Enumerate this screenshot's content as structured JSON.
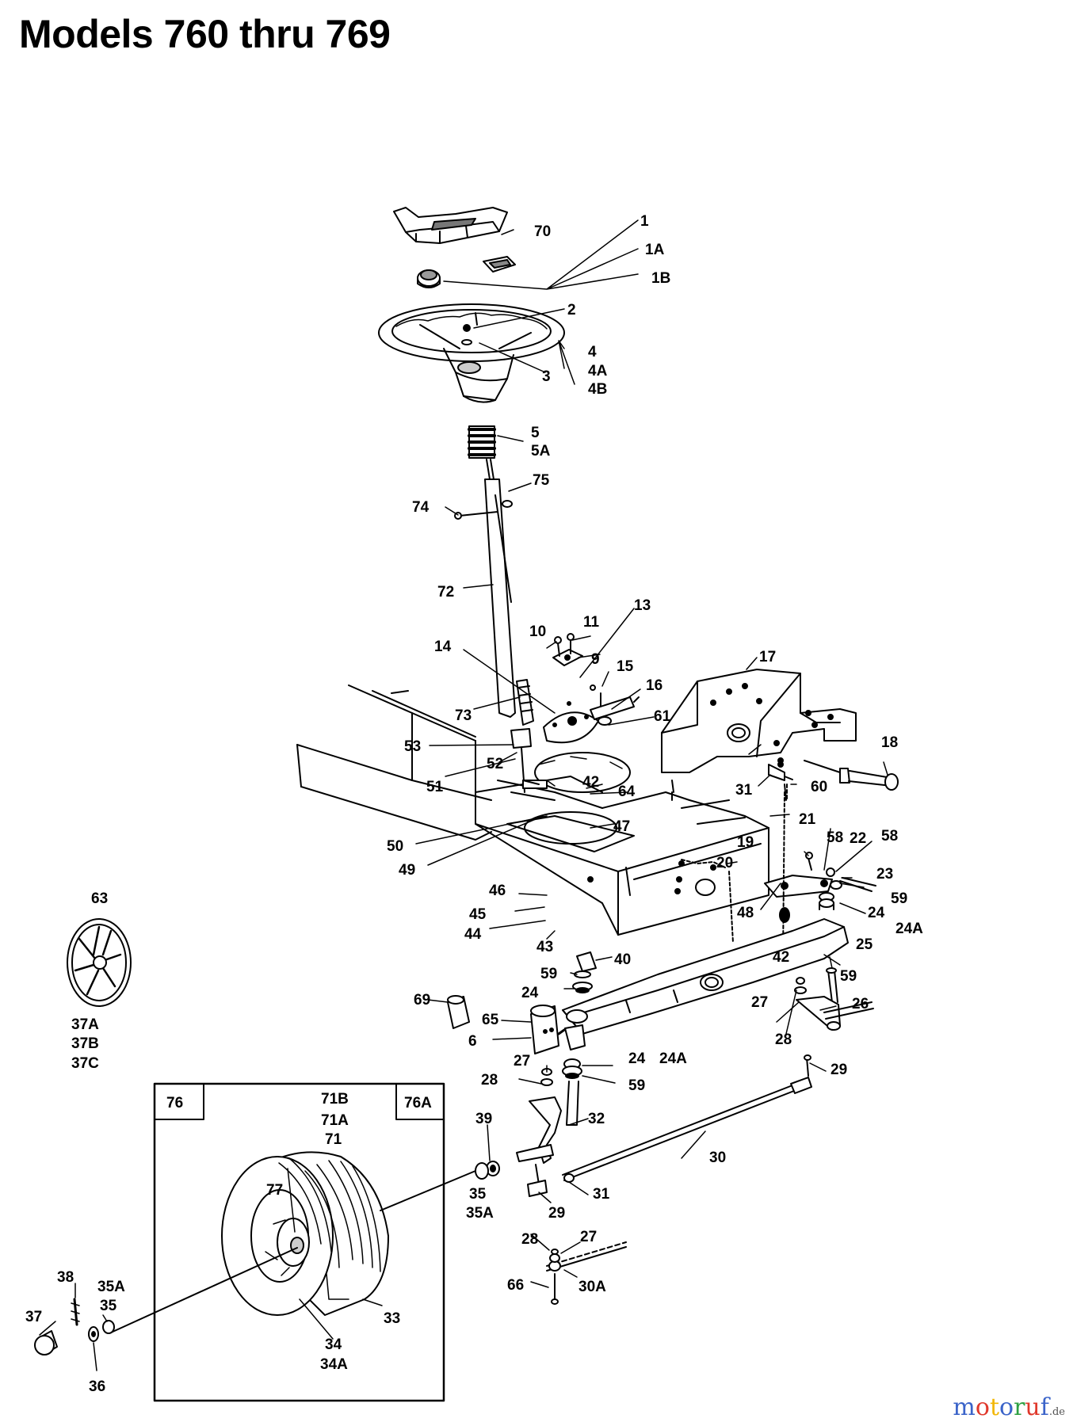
{
  "title": "Models 760 thru 769",
  "inset_labels": {
    "left": "76",
    "right": "76A"
  },
  "part_labels": [
    "1",
    "1A",
    "1B",
    "70",
    "2",
    "3",
    "4",
    "4A",
    "4B",
    "5",
    "5A",
    "75",
    "74",
    "72",
    "13",
    "10",
    "11",
    "9",
    "15",
    "16",
    "17",
    "14",
    "73",
    "61",
    "53",
    "52",
    "42",
    "18",
    "51",
    "31",
    "60",
    "64",
    "47",
    "50",
    "19",
    "21",
    "58",
    "22",
    "58",
    "20",
    "49",
    "23",
    "59",
    "24",
    "24A",
    "48",
    "25",
    "46",
    "45",
    "44",
    "43",
    "42",
    "40",
    "59",
    "24",
    "69",
    "65",
    "6",
    "59",
    "27",
    "26",
    "28",
    "24",
    "24A",
    "27",
    "28",
    "59",
    "29",
    "32",
    "39",
    "30",
    "35",
    "35A",
    "31",
    "29",
    "71B",
    "71A",
    "71",
    "77",
    "28",
    "27",
    "66",
    "30A",
    "33",
    "34",
    "34A",
    "38",
    "35A",
    "35",
    "37",
    "36",
    "63",
    "37A",
    "37B",
    "37C"
  ],
  "watermark": {
    "letters": [
      "m",
      "o",
      "t",
      "o",
      "r",
      "u",
      "f"
    ],
    "suffix": ".de",
    "colors": [
      "#3a63c9",
      "#e0382b",
      "#f2b705",
      "#3a63c9",
      "#2ea043",
      "#e0382b",
      "#3a63c9"
    ]
  }
}
